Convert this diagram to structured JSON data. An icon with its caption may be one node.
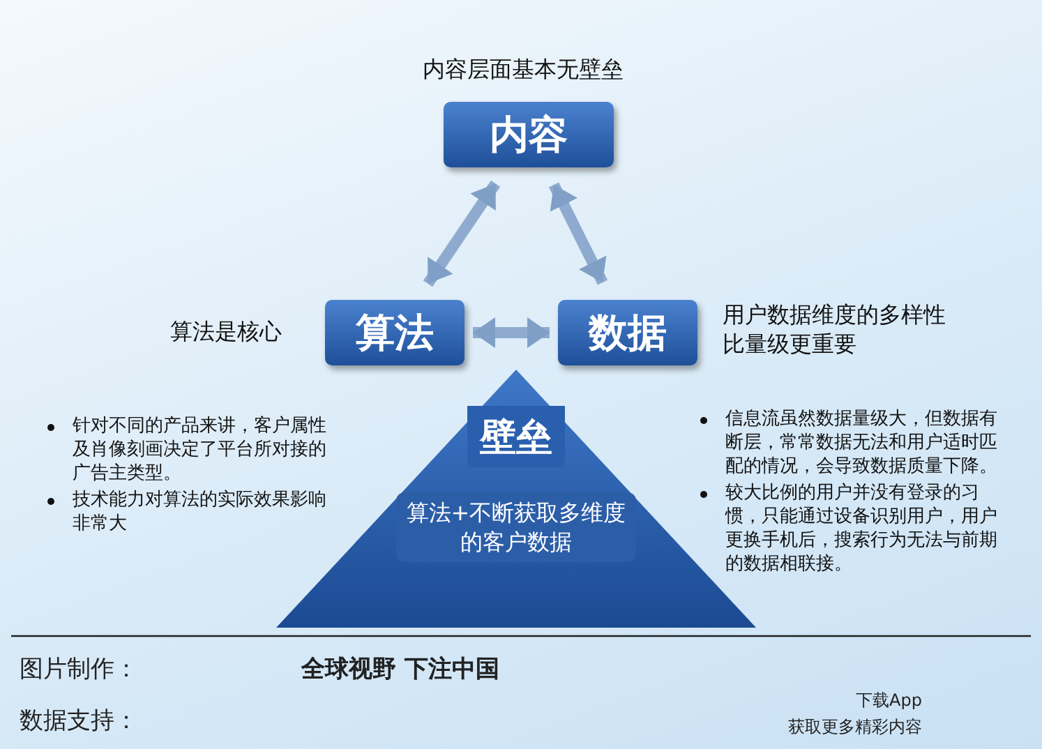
{
  "diagram": {
    "nodes": [
      {
        "text": [
          "内容"
        ],
        "beside": [
          "内容层面基本无壁垒"
        ]
      },
      {
        "text": [
          "算法"
        ],
        "beside": [
          "算法是核心"
        ]
      },
      {
        "text": [
          "数据"
        ],
        "beside": [
          "用户数据维度的多样性比量级更重要"
        ]
      },
      {
        "text": [
          "壁垒",
          "算法+不断获取多维度的客户数据"
        ]
      }
    ],
    "edges": [
      {
        "from": 0,
        "to": 1,
        "arrow": "both"
      },
      {
        "from": 0,
        "to": 2,
        "arrow": "both"
      },
      {
        "from": 1,
        "to": 2,
        "arrow": "both"
      }
    ],
    "labels": [
      "针对不同的产品来讲，客户属性及肖像刻画决定了平台所对接的广告主类型。",
      "技术能力对算法的实际效果影响非常大",
      "信息流虽然数据量级大，但数据有断层，常常数据无法和用户适时匹配的情况，会导致数据质量下降。",
      "较大比例的用户并没有登录的习惯，只能通过设备识别用户，用户更换手机后，搜索行为无法与前期的数据相联接。",
      "图片制作：",
      "全球视野 下注中国",
      "数据支持：",
      "下载App",
      "获取更多精彩内容"
    ]
  }
}
